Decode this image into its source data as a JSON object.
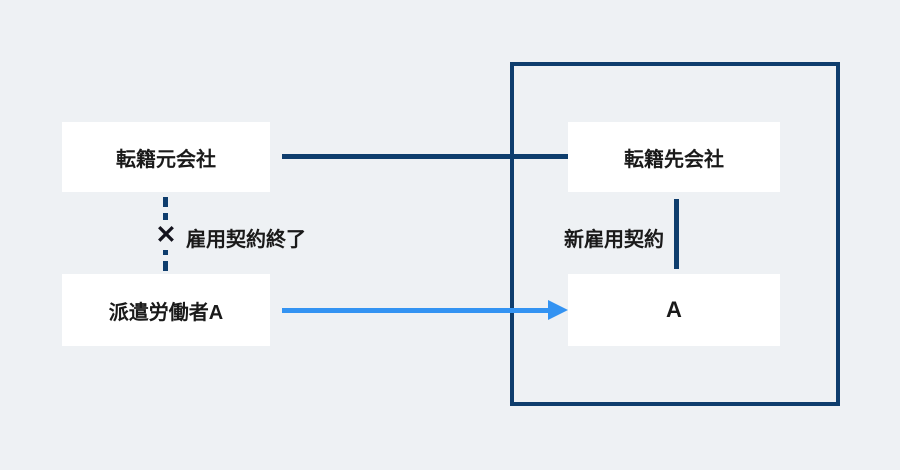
{
  "diagram": {
    "boxes": {
      "source_company": "転籍元会社",
      "destination_company": "転籍先会社",
      "dispatched_worker": "派遣労働者A",
      "worker_a": "A"
    },
    "labels": {
      "contract_end": "雇用契約終了",
      "new_contract": "新雇用契約"
    },
    "icons": {
      "cross": "✕"
    },
    "colors": {
      "background": "#eef1f4",
      "frame_navy": "#0e3d6d",
      "arrow_blue": "#3393f2",
      "box_background": "#ffffff",
      "text": "#1a1a1a"
    }
  }
}
